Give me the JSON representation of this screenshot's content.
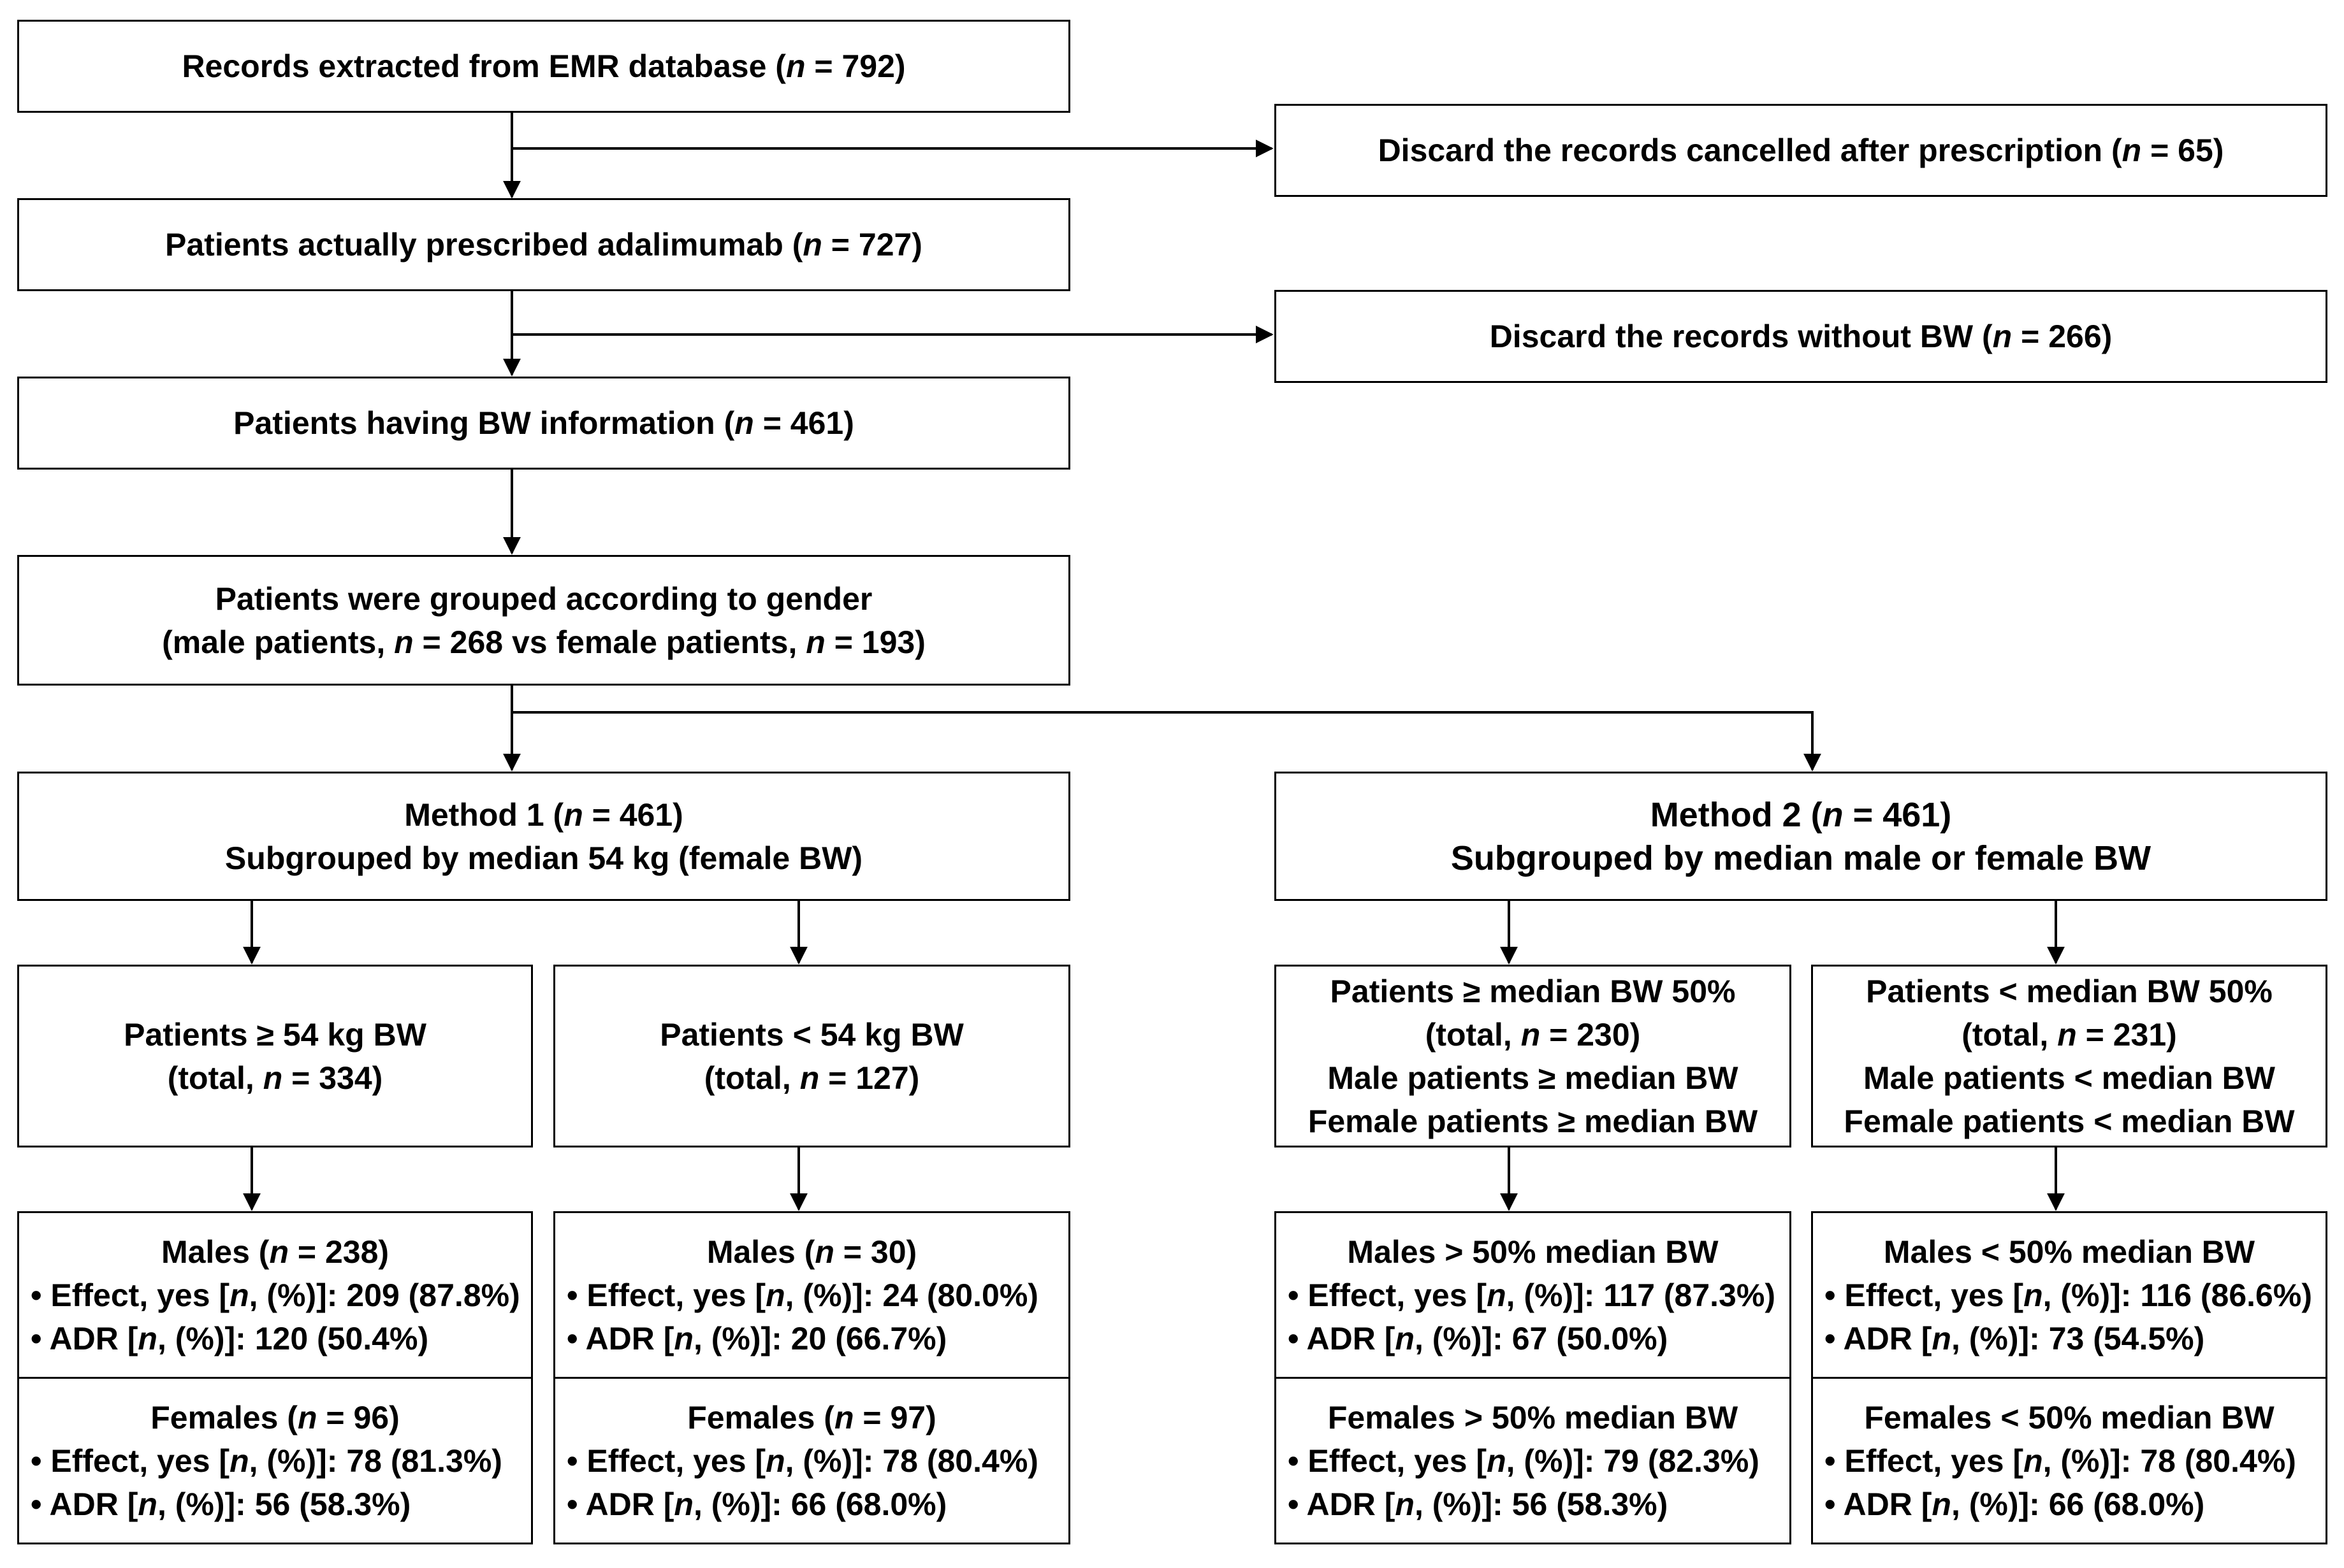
{
  "flow": {
    "records": {
      "prefix": "Records extracted from EMR database (",
      "n": "n",
      "suffix": " = 792)"
    },
    "discard_cancelled": {
      "prefix": "Discard the records cancelled after prescription (",
      "n": "n",
      "suffix": " = 65)"
    },
    "prescribed": {
      "prefix": "Patients actually prescribed adalimumab (",
      "n": "n",
      "suffix": " = 727)"
    },
    "discard_no_bw": {
      "prefix": "Discard the records without BW (",
      "n": "n",
      "suffix": " = 266)"
    },
    "having_bw": {
      "prefix": "Patients having BW information (",
      "n": "n",
      "suffix": " = 461)"
    },
    "grouped": {
      "line1": "Patients were grouped according to gender",
      "line2_a": "(male patients, ",
      "n1": "n",
      "line2_b": " = 268 vs female patients, ",
      "n2": "n",
      "line2_c": " = 193)"
    }
  },
  "method1": {
    "header": {
      "line1_prefix": "Method 1 (",
      "n": "n",
      "line1_suffix": " = 461)",
      "line2": "Subgrouped by median 54 kg (female BW)"
    },
    "ge": {
      "line1": "Patients ≥ 54 kg BW",
      "line2_prefix": "(total, ",
      "n": "n",
      "line2_suffix": " = 334)"
    },
    "lt": {
      "line1": "Patients < 54 kg BW",
      "line2_prefix": "(total, ",
      "n": "n",
      "line2_suffix": " = 127)"
    },
    "ge_males": {
      "head_prefix": "Males (",
      "n": "n",
      "head_suffix": " = 238)",
      "effect_prefix": "• Effect, yes [",
      "effect_n": "n",
      "effect_suffix": ", (%)]: 209 (87.8%)",
      "adr_prefix": "• ADR [",
      "adr_n": "n",
      "adr_suffix": ", (%)]: 120 (50.4%)"
    },
    "ge_females": {
      "head_prefix": "Females (",
      "n": "n",
      "head_suffix": " = 96)",
      "effect_prefix": "• Effect, yes [",
      "effect_n": "n",
      "effect_suffix": ", (%)]: 78 (81.3%)",
      "adr_prefix": "• ADR [",
      "adr_n": "n",
      "adr_suffix": ", (%)]: 56 (58.3%)"
    },
    "lt_males": {
      "head_prefix": "Males (",
      "n": "n",
      "head_suffix": " = 30)",
      "effect_prefix": "• Effect, yes [",
      "effect_n": "n",
      "effect_suffix": ", (%)]: 24 (80.0%)",
      "adr_prefix": "• ADR [",
      "adr_n": "n",
      "adr_suffix": ", (%)]: 20 (66.7%)"
    },
    "lt_females": {
      "head_prefix": "Females (",
      "n": "n",
      "head_suffix": " = 97)",
      "effect_prefix": "• Effect, yes [",
      "effect_n": "n",
      "effect_suffix": ", (%)]: 78 (80.4%)",
      "adr_prefix": "• ADR [",
      "adr_n": "n",
      "adr_suffix": ", (%)]: 66 (68.0%)"
    }
  },
  "method2": {
    "header": {
      "line1_prefix": "Method 2 (",
      "n": "n",
      "line1_suffix": " = 461)",
      "line2": "Subgrouped by median male or female BW"
    },
    "ge": {
      "line1": "Patients ≥ median BW 50%",
      "line2_prefix": "(total, ",
      "n": "n",
      "line2_suffix": " = 230)",
      "line3": "Male patients ≥ median BW",
      "line4": "Female patients ≥ median BW"
    },
    "lt": {
      "line1": "Patients < median BW 50%",
      "line2_prefix": "(total, ",
      "n": "n",
      "line2_suffix": " = 231)",
      "line3": "Male patients < median BW",
      "line4": "Female patients < median BW"
    },
    "ge_males": {
      "head": "Males > 50% median BW",
      "effect_prefix": "• Effect, yes [",
      "effect_n": "n",
      "effect_suffix": ", (%)]: 117 (87.3%)",
      "adr_prefix": "• ADR [",
      "adr_n": "n",
      "adr_suffix": ", (%)]: 67 (50.0%)"
    },
    "ge_females": {
      "head": "Females > 50% median BW",
      "effect_prefix": "• Effect, yes [",
      "effect_n": "n",
      "effect_suffix": ", (%)]: 79 (82.3%)",
      "adr_prefix": "• ADR [",
      "adr_n": "n",
      "adr_suffix": ", (%)]: 56 (58.3%)"
    },
    "lt_males": {
      "head": "Males < 50% median BW",
      "effect_prefix": "• Effect, yes [",
      "effect_n": "n",
      "effect_suffix": ", (%)]: 116 (86.6%)",
      "adr_prefix": "• ADR [",
      "adr_n": "n",
      "adr_suffix": ", (%)]: 73 (54.5%)"
    },
    "lt_females": {
      "head": "Females < 50% median BW",
      "effect_prefix": "• Effect, yes [",
      "effect_n": "n",
      "effect_suffix": ", (%)]: 78 (80.4%)",
      "adr_prefix": "• ADR [",
      "adr_n": "n",
      "adr_suffix": ", (%)]: 66 (68.0%)"
    }
  }
}
